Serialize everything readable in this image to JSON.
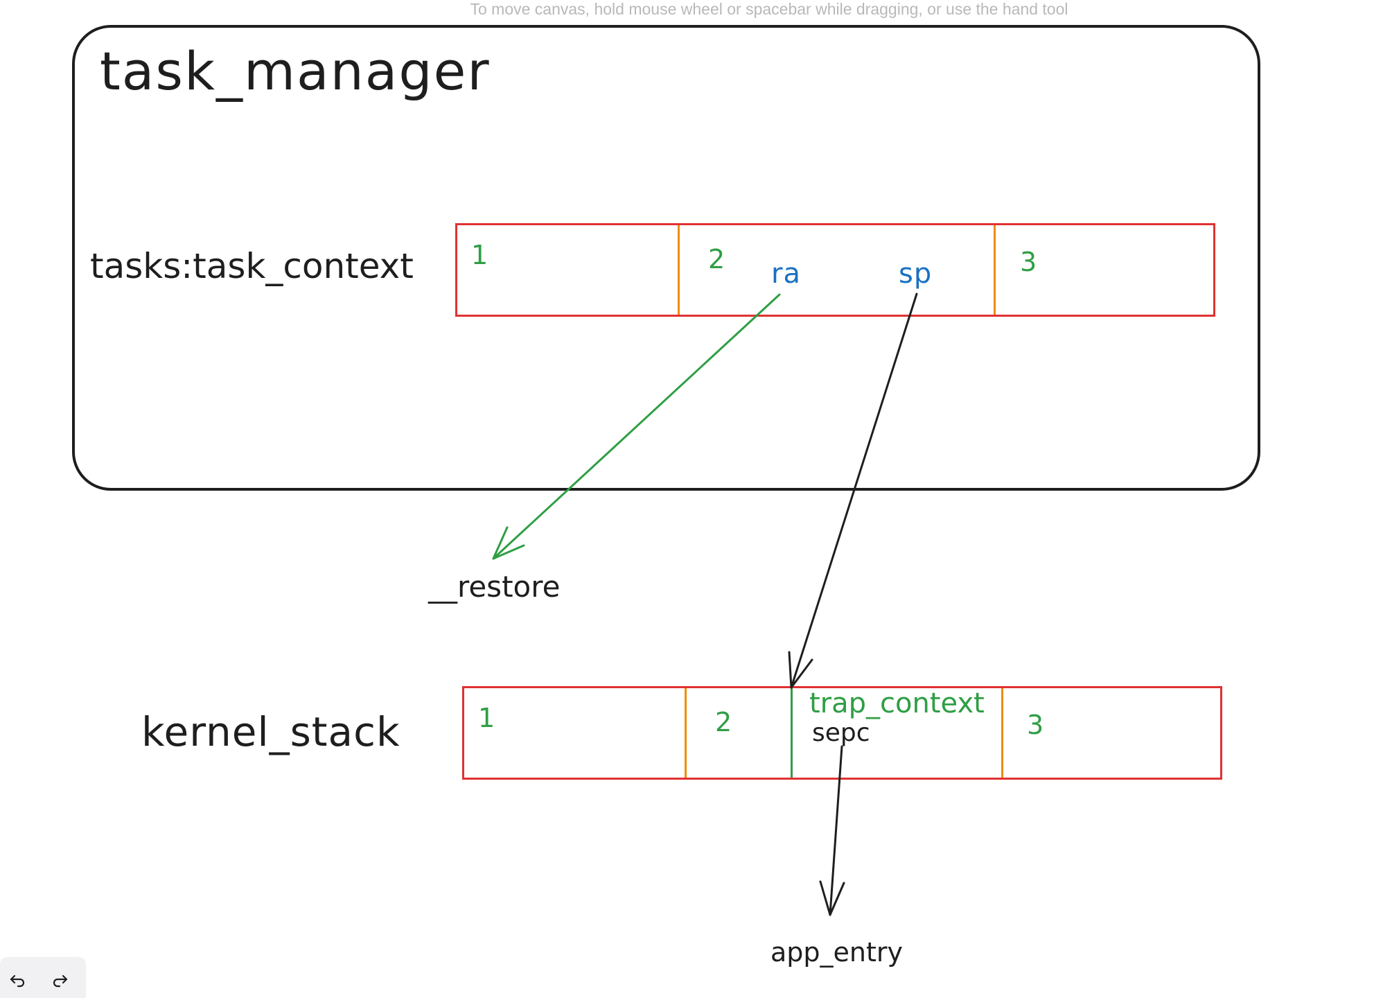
{
  "hint": "To move canvas, hold mouse wheel or spacebar while dragging, or use the hand tool",
  "task_manager": {
    "title": "task_manager",
    "tasks_label": "tasks:task_context",
    "context_cells": [
      "1",
      "2",
      "3"
    ],
    "ra_label": "ra",
    "sp_label": "sp"
  },
  "kernel_stack": {
    "label": "kernel_stack",
    "cells": [
      "1",
      "2",
      "3"
    ],
    "trap_context_label": "trap_context",
    "sepc_label": "sepc"
  },
  "targets": {
    "restore": "__restore",
    "app_entry": "app_entry"
  },
  "colors": {
    "stroke": "#1e1e1e",
    "red": "#e03131",
    "orange": "#f08c00",
    "green": "#2f9e44",
    "blue": "#1971c2"
  },
  "toolbar": {
    "undo_icon": "undo-icon",
    "redo_icon": "redo-icon"
  }
}
